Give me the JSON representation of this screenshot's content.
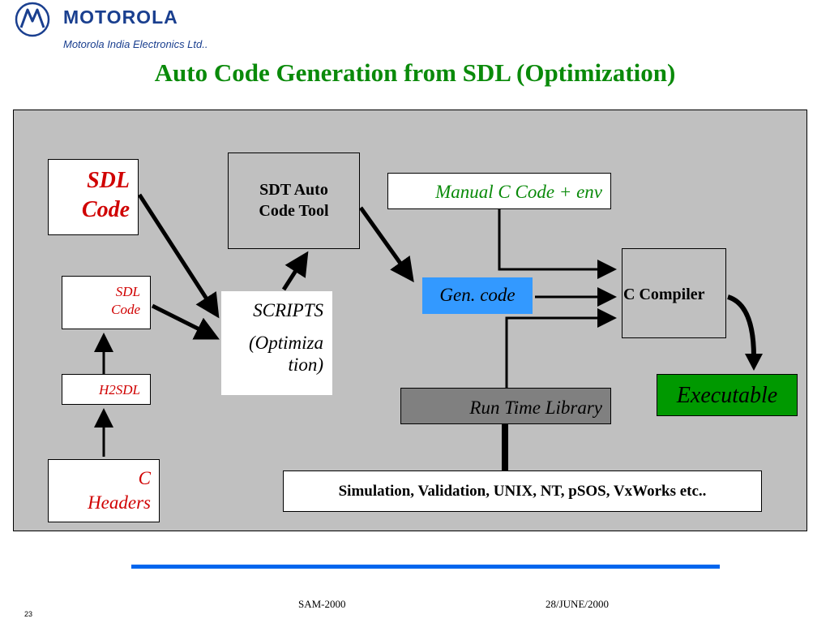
{
  "header": {
    "brand": "MOTOROLA",
    "company": "Motorola India Electronics Ltd..",
    "title": "Auto Code Generation from SDL (Optimization)",
    "logo_icon": "motorola-batwing-logo"
  },
  "diagram": {
    "sdl_code_main": {
      "line1": "SDL",
      "line2": "Code"
    },
    "sdl_code_small": {
      "line1": "SDL",
      "line2": "Code"
    },
    "h2sdl": "H2SDL",
    "c_headers": {
      "line1": "C",
      "line2": "Headers"
    },
    "scripts": {
      "line1": "SCRIPTS",
      "line2": "(Optimiza",
      "line3": "tion)"
    },
    "sdt_tool": {
      "line1": "SDT Auto",
      "line2": "Code Tool"
    },
    "manual_code": "Manual C Code + env",
    "gen_code": "Gen. code",
    "c_compiler": "C Compiler",
    "run_time_library": "Run Time Library",
    "executable": "Executable",
    "platforms": "Simulation, Validation, UNIX, NT, pSOS, VxWorks etc.."
  },
  "colors": {
    "title_green": "#0a8a0a",
    "sdl_red": "#d00000",
    "panel_gray": "#c0c0c0",
    "gen_code_blue": "#3399ff",
    "executable_green": "#009900",
    "footer_rule_blue": "#0066ee",
    "brand_blue": "#1a3f8f"
  },
  "footer": {
    "left": "SAM-2000",
    "right": "28/JUNE/2000",
    "page": "23"
  }
}
